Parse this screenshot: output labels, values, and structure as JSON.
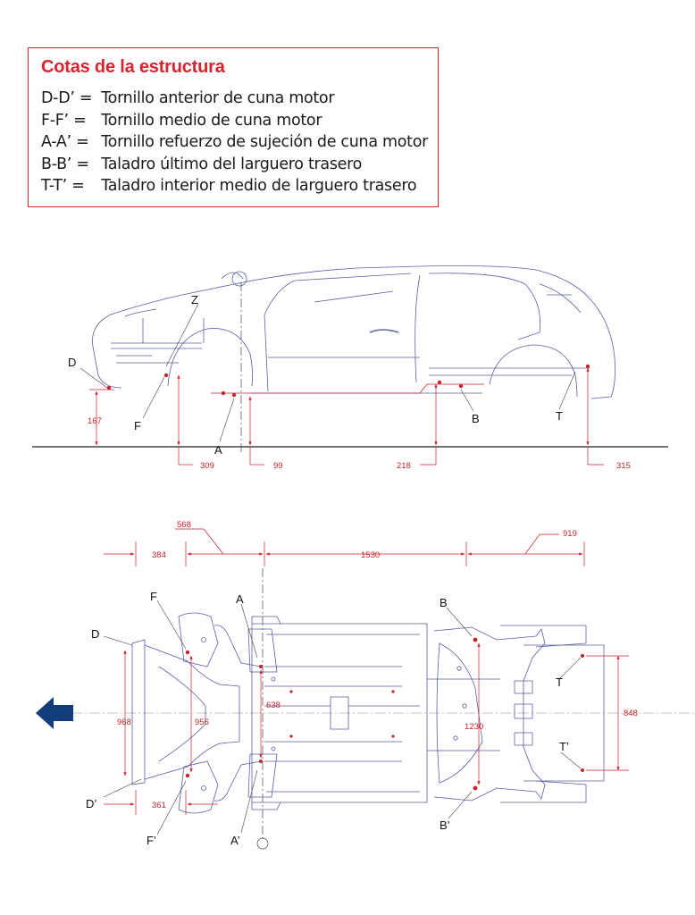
{
  "legend": {
    "title": "Cotas de la estructura",
    "items": [
      {
        "code": "D-D’ =",
        "text": "Tornillo anterior de cuna motor"
      },
      {
        "code": "F-F’ =",
        "text": "Tornillo medio de cuna motor"
      },
      {
        "code": "A-A’ =",
        "text": "Tornillo refuerzo de sujeción de cuna motor"
      },
      {
        "code": "B-B’ =",
        "text": "Taladro último del larguero trasero"
      },
      {
        "code": "T-T’ =",
        "text": "Taladro interior medio de larguero trasero"
      }
    ]
  },
  "side_view": {
    "labels": {
      "Z": "Z",
      "D": "D",
      "F": "F",
      "A": "A",
      "B": "B",
      "T": "T"
    },
    "heights": {
      "d": "167",
      "f": "309",
      "a": "99",
      "b": "218",
      "t": "315"
    }
  },
  "top_view": {
    "labels": {
      "F": "F",
      "A": "A",
      "B": "B",
      "D": "D",
      "T": "T",
      "T2": "T’",
      "D2": "D’",
      "F2": "F’",
      "A2": "A’",
      "B2": "B’"
    },
    "dimensions": {
      "d568": "568",
      "d384": "384",
      "d1530": "1530",
      "d919": "919",
      "d968": "968",
      "d956": "956",
      "d638": "638",
      "d1230": "1230",
      "d848": "848",
      "d361": "361"
    },
    "arrow_icon": "arrow-left-icon"
  },
  "colors": {
    "accent_red": "#d9232e",
    "line_blue": "#5a5fa8",
    "arrow_navy": "#123c7c"
  }
}
